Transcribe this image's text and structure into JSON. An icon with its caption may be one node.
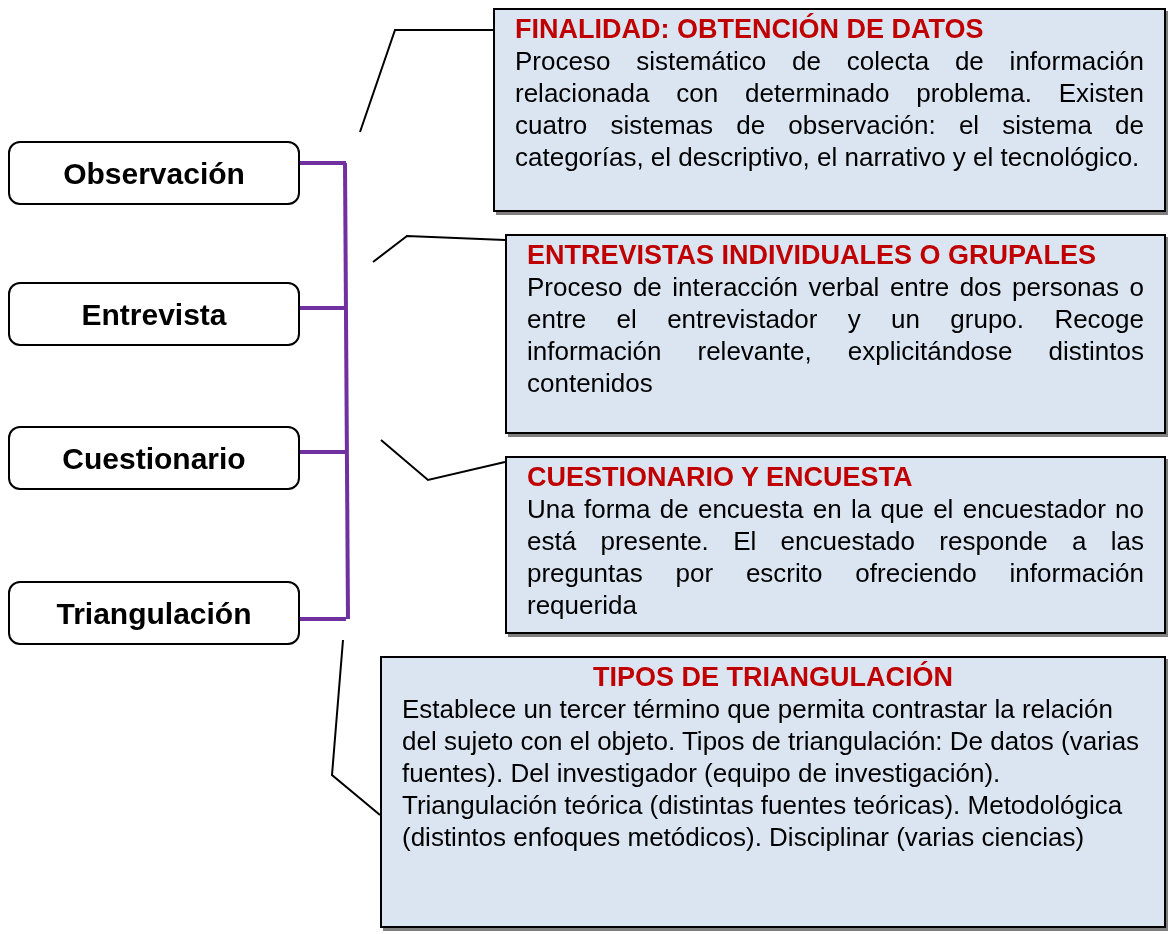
{
  "diagram": {
    "nodes": [
      {
        "text": [
          "Observación"
        ]
      },
      {
        "text": [
          "Entrevista"
        ]
      },
      {
        "text": [
          "Cuestionario"
        ]
      },
      {
        "text": [
          "Triangulación"
        ]
      },
      {
        "text": [
          "FINALIDAD: OBTENCIÓN DE DATOS",
          "Proceso sistemático de colecta de información relacionada con determinado problema. Existen cuatro sistemas de observación: el sistema de categorías, el descriptivo, el narrativo y el tecnológico."
        ]
      },
      {
        "text": [
          "ENTREVISTAS INDIVIDUALES O GRUPALES",
          "Proceso de interacción verbal entre dos personas o entre el entrevistador y un grupo. Recoge información relevante, explicitándose distintos contenidos"
        ]
      },
      {
        "text": [
          "CUESTIONARIO Y ENCUESTA",
          "Una forma de encuesta en la que el encuestador no está presente. El encuestado responde a las preguntas por escrito ofreciendo información requerida"
        ]
      },
      {
        "text": [
          "TIPOS DE TRIANGULACIÓN",
          "Establece un tercer término que permita contrastar la relación del sujeto con el objeto. Tipos de triangulación: De datos (varias fuentes). Del investigador (equipo de investigación). Triangulación teórica (distintas fuentes teóricas). Metodológica (distintos enfoques metódicos). Disciplinar (varias ciencias)"
        ]
      }
    ],
    "edges": [
      {
        "from": null,
        "to": 4,
        "arrow": "none"
      },
      {
        "from": null,
        "to": 5,
        "arrow": "none"
      },
      {
        "from": null,
        "to": 6,
        "arrow": "none"
      },
      {
        "from": null,
        "to": 7,
        "arrow": "none"
      }
    ]
  }
}
